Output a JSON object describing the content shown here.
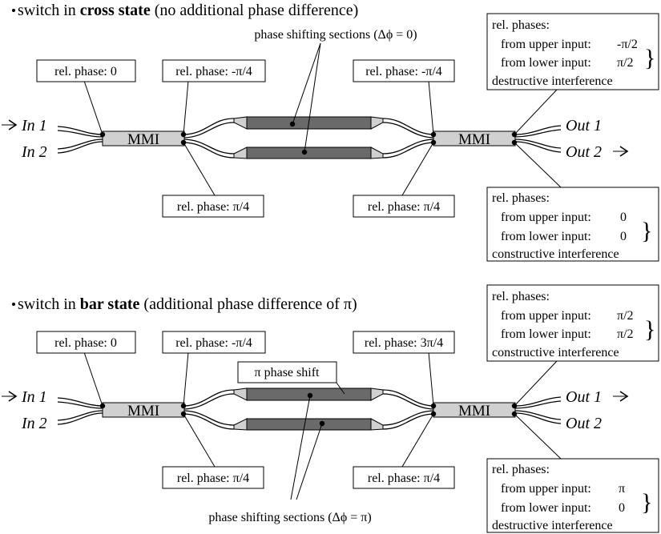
{
  "colors": {
    "mmi_fill": "#d0d0d0",
    "waveguide_fill": "#d0d0d0",
    "phase_section_fill": "#6a6a6a",
    "line": "#000000",
    "background": "#ffffff"
  },
  "cross": {
    "heading_prefix": "switch in ",
    "heading_bold": "cross state",
    "heading_suffix": " (no additional phase difference)",
    "in1": "In 1",
    "in2": "In 2",
    "out1": "Out 1",
    "out2": "Out 2",
    "mmi_left": "MMI",
    "mmi_right": "MMI",
    "input_phase": "rel. phase: 0",
    "mid_upper_left": "rel. phase: -π/4",
    "mid_lower_left": "rel. phase: π/4",
    "mid_upper_right": "rel. phase: -π/4",
    "mid_lower_right": "rel. phase: π/4",
    "sections_label": "phase shifting sections (Δϕ = 0)",
    "out_upper": {
      "title": "rel. phases:",
      "upper_label": "from upper input:",
      "upper_value": "-π/2",
      "lower_label": "from lower input:",
      "lower_value": "π/2",
      "result": "destructive interference"
    },
    "out_lower": {
      "title": "rel. phases:",
      "upper_label": "from upper input:",
      "upper_value": "0",
      "lower_label": "from lower input:",
      "lower_value": "0",
      "result": "constructive interference"
    }
  },
  "bar": {
    "heading_prefix": "switch in ",
    "heading_bold": "bar state",
    "heading_suffix": " (additional phase difference of π)",
    "in1": "In 1",
    "in2": "In 2",
    "out1": "Out 1",
    "out2": "Out 2",
    "mmi_left": "MMI",
    "mmi_right": "MMI",
    "input_phase": "rel. phase: 0",
    "mid_upper_left": "rel. phase: -π/4",
    "mid_lower_left": "rel. phase: π/4",
    "mid_upper_right": "rel. phase: 3π/4",
    "mid_lower_right": "rel. phase: π/4",
    "shift_label": "π phase shift",
    "sections_label": "phase shifting sections (Δϕ = π)",
    "out_upper": {
      "title": "rel. phases:",
      "upper_label": "from upper input:",
      "upper_value": "π/2",
      "lower_label": "from lower input:",
      "lower_value": "π/2",
      "result": "constructive interference"
    },
    "out_lower": {
      "title": "rel. phases:",
      "upper_label": "from upper input:",
      "upper_value": "π",
      "lower_label": "from lower input:",
      "lower_value": "0",
      "result": "destructive interference"
    }
  }
}
